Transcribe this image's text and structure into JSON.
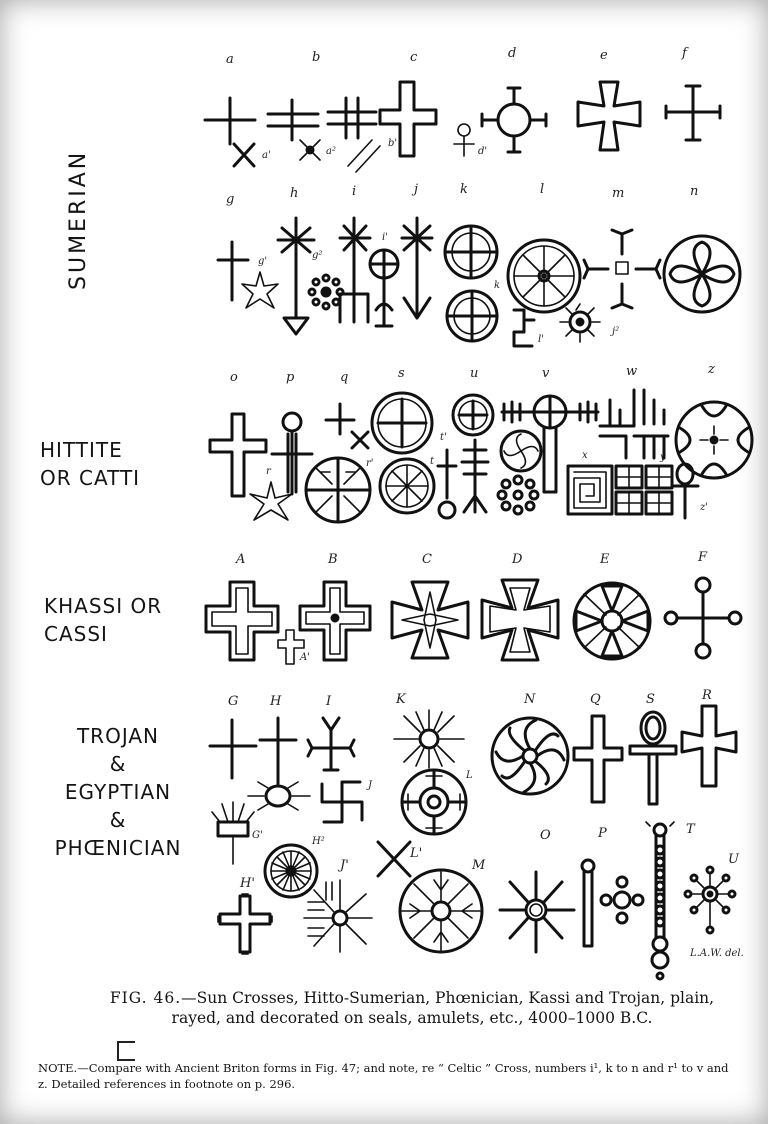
{
  "row_labels": {
    "sumerian": "SUMERIAN",
    "hittite": "HITTITE\nOR CATTI",
    "khassi": "KHASSI OR\nCASSI",
    "trojan": "TROJAN\n&\nEGYPTIAN\n&\nPHŒNICIAN"
  },
  "letters": {
    "row1": [
      "a",
      "b",
      "c",
      "d",
      "e",
      "f"
    ],
    "row1_sub": [
      "a'",
      "a²",
      "b'",
      "d'"
    ],
    "row2": [
      "g",
      "h",
      "i",
      "j",
      "k",
      "l",
      "m",
      "n"
    ],
    "row2_sub": [
      "g'",
      "g²",
      "i'",
      "k",
      "l'",
      "j²"
    ],
    "row3": [
      "o",
      "p",
      "q",
      "s",
      "u",
      "v",
      "w",
      "z"
    ],
    "row3_sub": [
      "r",
      "r'",
      "t",
      "t'",
      "x",
      "y",
      "z'"
    ],
    "row4": [
      "A",
      "B",
      "C",
      "D",
      "E",
      "F"
    ],
    "row4_sub": [
      "A'"
    ],
    "row5": [
      "G",
      "H",
      "I",
      "K",
      "N",
      "Q",
      "S",
      "R"
    ],
    "row5_sub": [
      "J",
      "L",
      "G'",
      "H²"
    ],
    "row6": [
      "H'",
      "J'",
      "L'",
      "M",
      "O",
      "P",
      "T",
      "U"
    ]
  },
  "credit": "L.A.W. del.",
  "caption": {
    "lead": "FIG. 46.",
    "text": "—Sun Crosses, Hitto-Sumerian, Phœnician, Kassi and Trojan, plain, rayed, and decorated on seals, amulets, etc., 4000–1000 B.C."
  },
  "note": {
    "lead": "NOTE.",
    "text": "—Compare with Ancient Briton forms in Fig. 47; and note, re “ Celtic ” Cross, numbers i¹, k to n and r¹ to v and z.  Detailed references in footnote   on p. 296."
  }
}
